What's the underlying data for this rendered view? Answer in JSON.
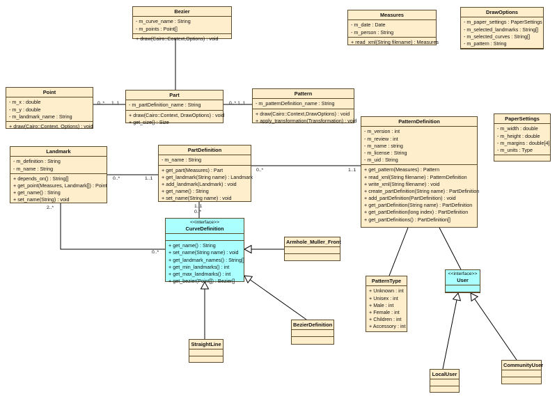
{
  "classes": [
    {
      "id": "bezier",
      "name": "Bezier",
      "stereotype": "",
      "attributes": [
        "- m_curve_name : String",
        "- m_points : Point[]"
      ],
      "operations": [
        "+ draw(Cairo::Context,Options) : void"
      ]
    },
    {
      "id": "measures",
      "name": "Measures",
      "stereotype": "",
      "attributes": [
        "- m_date : Date",
        "- m_person : String"
      ],
      "operations": [
        "+ read_xml(String filename) : Measures"
      ]
    },
    {
      "id": "drawoptions",
      "name": "DrawOptions",
      "stereotype": "",
      "attributes": [
        "- m_paper_settings : PaperSettings",
        "- m_selected_landmarks : String[]",
        "- m_selected_curves : String[]",
        "- m_pattern : String"
      ],
      "operations": []
    },
    {
      "id": "point",
      "name": "Point",
      "stereotype": "",
      "attributes": [
        "- m_x : double",
        "- m_y : double",
        "- m_landmark_name : String"
      ],
      "operations": [
        "+ draw(Cairo::Context, Options) : void"
      ]
    },
    {
      "id": "part",
      "name": "Part",
      "stereotype": "",
      "attributes": [
        "- m_partDefinition_name : String"
      ],
      "operations": [
        "+ draw(Cairo::Context, DrawOptions) : void",
        "+ get_size() : Size"
      ]
    },
    {
      "id": "pattern",
      "name": "Pattern",
      "stereotype": "",
      "attributes": [
        "- m_patternDefinition_name : String"
      ],
      "operations": [
        "+ draw(Cairo::Context,DrawOptions) : void",
        "+ apply_transformation(Transformation) : void"
      ]
    },
    {
      "id": "papersettings",
      "name": "PaperSettings",
      "stereotype": "",
      "attributes": [
        "- m_width : double",
        "- m_height : double",
        "- m_margins : double[4]",
        "- m_units : Type"
      ],
      "operations": []
    },
    {
      "id": "patterndefinition",
      "name": "PatternDefinition",
      "stereotype": "",
      "attributes": [
        "- m_version : int",
        "- m_review : int",
        "- m_name : string",
        "- m_license : String",
        "- m_uid : String"
      ],
      "operations": [
        "+ get_pattern(Measures) : Pattern",
        "+ read_xml(String filename) : PatternDefinition",
        "+ write_xml(String filename) : void",
        "+ create_partDefinition(String name) : PartDefinition",
        "+ add_partDefinition(PartDefinition) : void",
        "+ get_partDefinition(String name) : PartDefinition",
        "+ get_partDefinition(long index) : PartDefinition",
        "+ get_partDefinitions() : PartDefinition[]"
      ]
    },
    {
      "id": "landmark",
      "name": "Landmark",
      "stereotype": "",
      "attributes": [
        "- m_definition : String",
        "- m_name : String"
      ],
      "operations": [
        "+ depends_on() : String[]",
        "+ get_point(Measures, Landmark[]) : Point",
        "+ get_name() : String",
        "+ set_name(String) : void"
      ]
    },
    {
      "id": "partdefinition",
      "name": "PartDefinition",
      "stereotype": "",
      "attributes": [
        "- m_name : String"
      ],
      "operations": [
        "+ get_part(Measures) : Part",
        "+ get_landmark(String name) : Landmark",
        "+ add_landmark(Landmark) : void",
        "+ get_name() : String",
        "+ set_name(String name) : void"
      ]
    },
    {
      "id": "curvedefinition",
      "name": "CurveDefinition",
      "stereotype": "<<interface>>",
      "attributes": [],
      "operations": [
        "+ get_name() : String",
        "+ set_name(String name) : void",
        "+ get_landmark_names() : String[]",
        "+ get_min_landmarks() : int",
        "+ get_max_landmarks() : int",
        "+ get_bezier(Point[]) : Bezier[]"
      ]
    },
    {
      "id": "armhole",
      "name": "Armhole_Muller_Front",
      "stereotype": "",
      "attributes": [],
      "operations": []
    },
    {
      "id": "beziercurve",
      "name": "BezierDefinition",
      "stereotype": "",
      "attributes": [],
      "operations": []
    },
    {
      "id": "straightline",
      "name": "StraightLine",
      "stereotype": "",
      "attributes": [],
      "operations": []
    },
    {
      "id": "patterntype",
      "name": "PatternType",
      "stereotype": "",
      "attributes": [
        "+ Unknown : int",
        "+ Unisex : int",
        "+ Male : int",
        "+ Female : int",
        "+ Children : int",
        "+ Accessory : int"
      ],
      "operations": []
    },
    {
      "id": "user",
      "name": "User",
      "stereotype": "<<interface>>",
      "attributes": [],
      "operations": []
    },
    {
      "id": "localuser",
      "name": "LocalUser",
      "stereotype": "",
      "attributes": [],
      "operations": []
    },
    {
      "id": "communityuser",
      "name": "CommunityUser",
      "stereotype": "",
      "attributes": [],
      "operations": []
    }
  ],
  "edges": [
    {
      "from": "bezier",
      "to": "part",
      "kind": "association"
    },
    {
      "from": "point",
      "to": "part",
      "kind": "association",
      "mult_from": "0..*",
      "mult_to": "1..1"
    },
    {
      "from": "part",
      "to": "pattern",
      "kind": "association",
      "mult_from": "",
      "mult_to": "0..* 1..1"
    },
    {
      "from": "landmark",
      "to": "partdefinition",
      "kind": "association",
      "mult_from": "0..*",
      "mult_to": "1..1"
    },
    {
      "from": "partdefinition",
      "to": "patterndefinition",
      "kind": "association",
      "mult_from": "0..*",
      "mult_to": "1..1"
    },
    {
      "from": "partdefinition",
      "to": "curvedefinition",
      "kind": "association",
      "mult_from": "1..1",
      "mult_to": "0..*"
    },
    {
      "from": "landmark",
      "to": "curvedefinition",
      "kind": "association",
      "mult_from": "2..*",
      "mult_to": "0..*"
    },
    {
      "from": "armhole",
      "to": "curvedefinition",
      "kind": "realization"
    },
    {
      "from": "beziercurve",
      "to": "curvedefinition",
      "kind": "realization"
    },
    {
      "from": "straightline",
      "to": "curvedefinition",
      "kind": "realization"
    },
    {
      "from": "patterndefinition",
      "to": "patterntype",
      "kind": "association"
    },
    {
      "from": "patterndefinition",
      "to": "user",
      "kind": "association"
    },
    {
      "from": "localuser",
      "to": "user",
      "kind": "realization"
    },
    {
      "from": "communityuser",
      "to": "user",
      "kind": "realization"
    }
  ]
}
